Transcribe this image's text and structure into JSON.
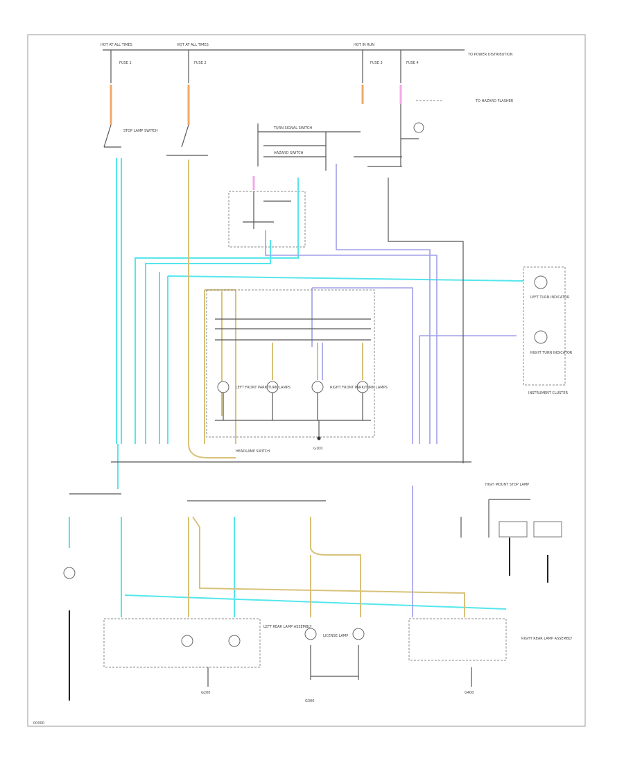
{
  "diagram": {
    "colors": {
      "cyan": "#55e6ec",
      "tan": "#d8c27a",
      "blue": "#9f9fe8",
      "orange": "#f0a868",
      "pink": "#f2a9e6",
      "dark": "#222222"
    },
    "labels": {
      "hot_at_all_times_1": "HOT AT ALL TIMES",
      "hot_at_all_times_2": "HOT AT ALL TIMES",
      "hot_in_run": "HOT IN RUN",
      "fuse_1": "FUSE 1",
      "fuse_2": "FUSE 2",
      "fuse_3": "FUSE 3",
      "fuse_4": "FUSE 4",
      "to_power_distribution": "TO POWER DISTRIBUTION",
      "to_hazard_flasher": "TO HAZARD FLASHER",
      "turn_signal_switch": "TURN SIGNAL SWITCH",
      "hazard_switch": "HAZARD SWITCH",
      "left_turn_indicator": "LEFT TURN INDICATOR",
      "right_turn_indicator": "RIGHT TURN INDICATOR",
      "instrument_cluster": "INSTRUMENT CLUSTER",
      "left_front_lamps": "LEFT FRONT PARK/TURN LAMPS",
      "right_front_lamps": "RIGHT FRONT PARK/TURN LAMPS",
      "headlamp_switch": "HEADLAMP SWITCH",
      "left_rear_lamp_assembly": "LEFT REAR LAMP ASSEMBLY",
      "right_rear_lamp_assembly": "RIGHT REAR LAMP ASSEMBLY",
      "license_lamp": "LICENSE LAMP",
      "stop_lamp_switch": "STOP LAMP SWITCH",
      "high_mount_stop_lamp": "HIGH MOUNT STOP LAMP",
      "ground_1": "G100",
      "ground_2": "G200",
      "ground_3": "G300",
      "ground_4": "G400",
      "page_ref": "00000"
    }
  }
}
